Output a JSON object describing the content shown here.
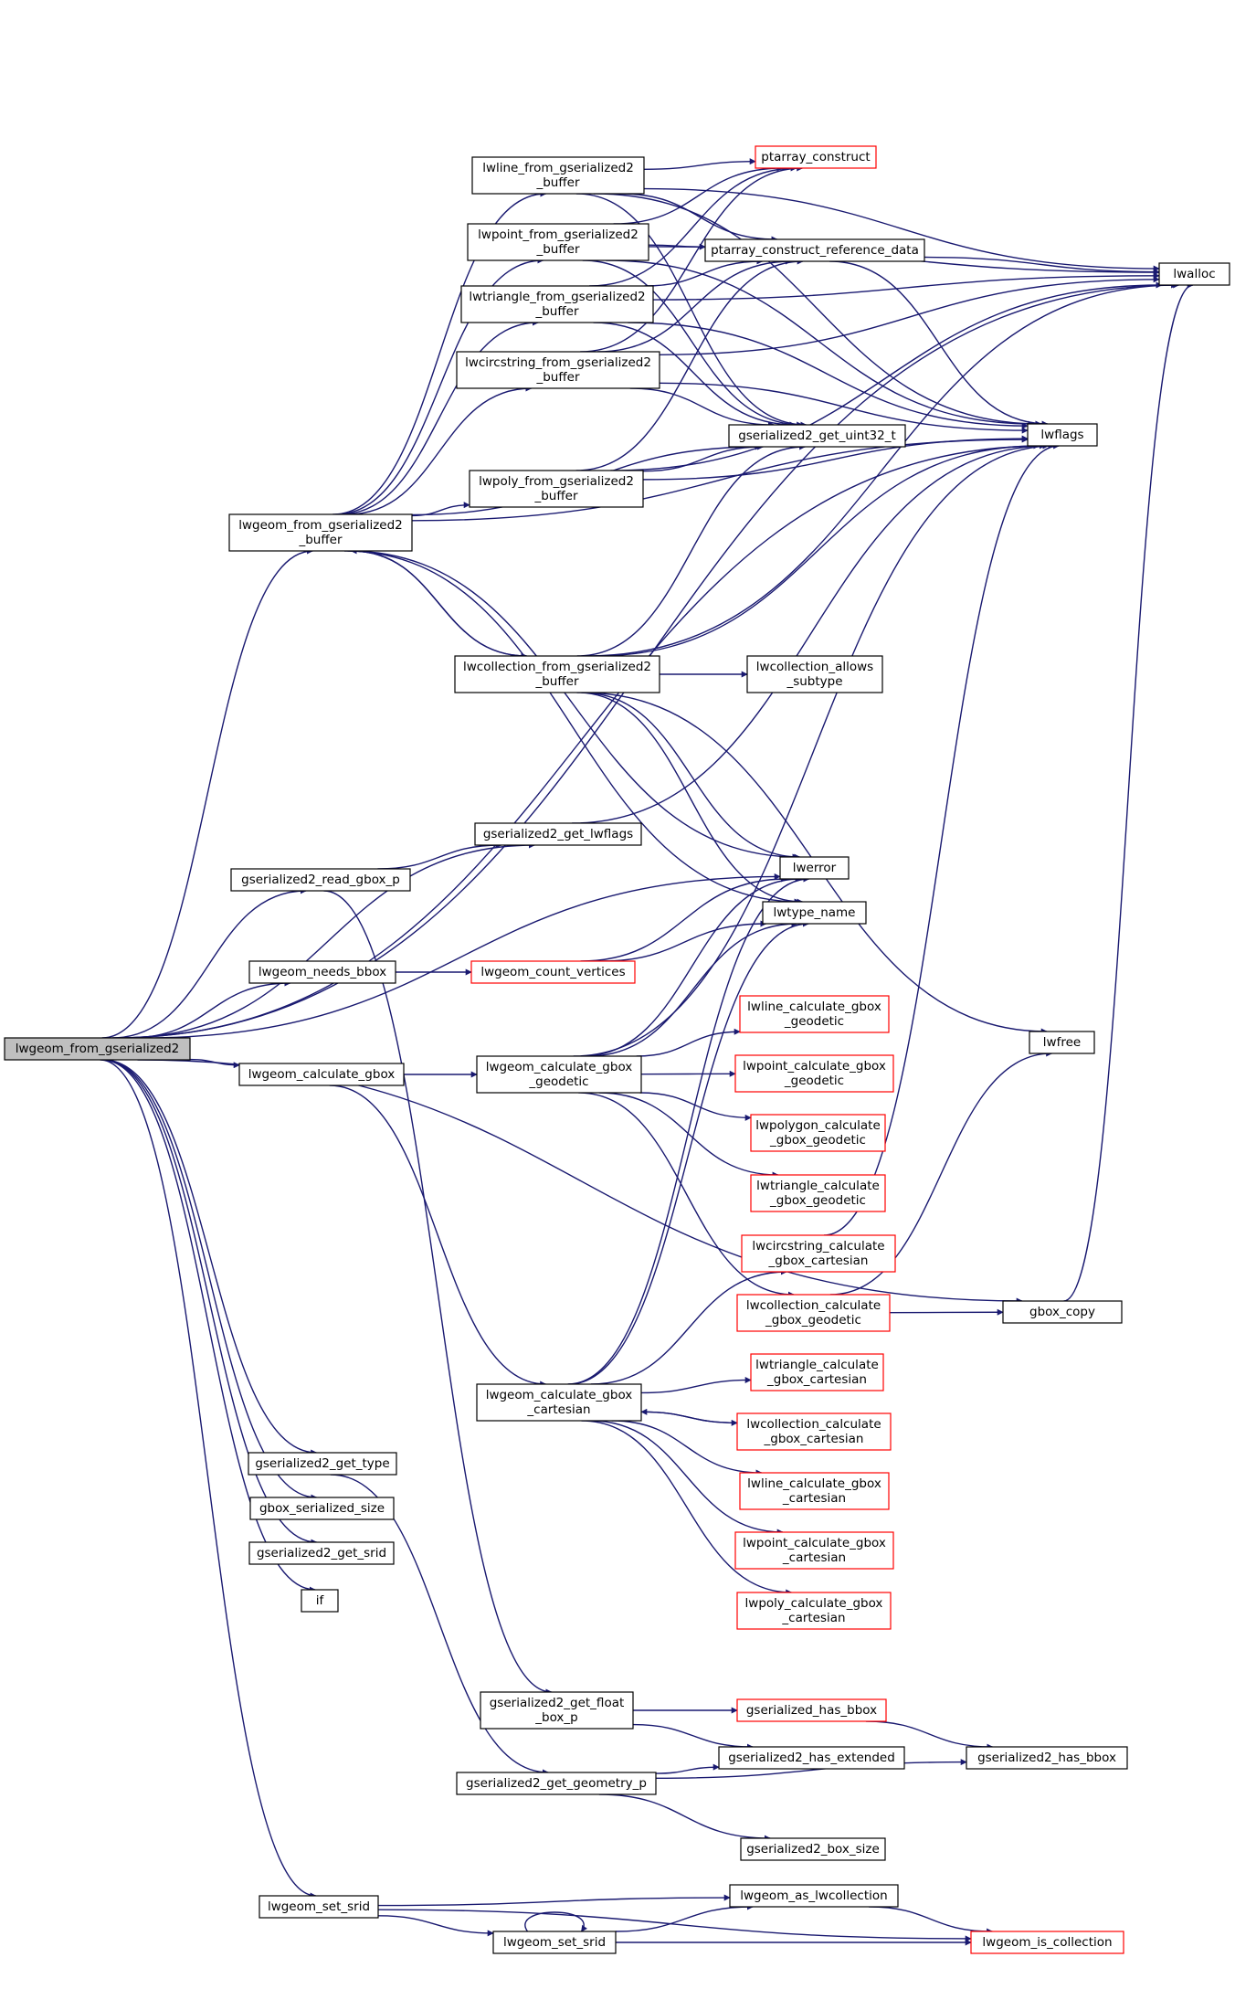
{
  "colors": {
    "edge": "#191970",
    "border_default": "#000000",
    "border_incomplete": "#ff0000",
    "root_fill": "#bfbfbf",
    "node_fill": "#ffffff"
  },
  "nodes": [
    {
      "id": "root",
      "lines": [
        "lwgeom_from_gserialized2"
      ],
      "style": "root"
    },
    {
      "id": "from_buf",
      "lines": [
        "lwgeom_from_gserialized2",
        "_buffer"
      ],
      "style": "normal"
    },
    {
      "id": "line_buf",
      "lines": [
        "lwline_from_gserialized2",
        "_buffer"
      ],
      "style": "normal"
    },
    {
      "id": "point_buf",
      "lines": [
        "lwpoint_from_gserialized2",
        "_buffer"
      ],
      "style": "normal"
    },
    {
      "id": "tri_buf",
      "lines": [
        "lwtriangle_from_gserialized2",
        "_buffer"
      ],
      "style": "normal"
    },
    {
      "id": "circ_buf",
      "lines": [
        "lwcircstring_from_gserialized2",
        "_buffer"
      ],
      "style": "normal"
    },
    {
      "id": "poly_buf",
      "lines": [
        "lwpoly_from_gserialized2",
        "_buffer"
      ],
      "style": "normal"
    },
    {
      "id": "coll_buf",
      "lines": [
        "lwcollection_from_gserialized2",
        "_buffer"
      ],
      "style": "normal"
    },
    {
      "id": "get_lwflags",
      "lines": [
        "gserialized2_get_lwflags"
      ],
      "style": "normal"
    },
    {
      "id": "read_gbox_p",
      "lines": [
        "gserialized2_read_gbox_p"
      ],
      "style": "normal"
    },
    {
      "id": "needs_bbox",
      "lines": [
        "lwgeom_needs_bbox"
      ],
      "style": "normal"
    },
    {
      "id": "calc_gbox",
      "lines": [
        "lwgeom_calculate_gbox"
      ],
      "style": "normal"
    },
    {
      "id": "get_type",
      "lines": [
        "gserialized2_get_type"
      ],
      "style": "normal"
    },
    {
      "id": "gbox_ser",
      "lines": [
        "gbox_serialized_size"
      ],
      "style": "normal"
    },
    {
      "id": "get_srid",
      "lines": [
        "gserialized2_get_srid"
      ],
      "style": "normal"
    },
    {
      "id": "if",
      "lines": [
        "if"
      ],
      "style": "normal"
    },
    {
      "id": "set_srid_a",
      "lines": [
        "lwgeom_set_srid"
      ],
      "style": "normal"
    },
    {
      "id": "ptarray_construct",
      "lines": [
        "ptarray_construct"
      ],
      "style": "incomplete"
    },
    {
      "id": "ptarray_ref",
      "lines": [
        "ptarray_construct_reference_data"
      ],
      "style": "normal"
    },
    {
      "id": "get_uint32",
      "lines": [
        "gserialized2_get_uint32_t"
      ],
      "style": "normal"
    },
    {
      "id": "coll_allows",
      "lines": [
        "lwcollection_allows",
        "_subtype"
      ],
      "style": "normal"
    },
    {
      "id": "lwerror",
      "lines": [
        "lwerror"
      ],
      "style": "normal"
    },
    {
      "id": "lwtype_name",
      "lines": [
        "lwtype_name"
      ],
      "style": "normal"
    },
    {
      "id": "count_vertices",
      "lines": [
        "lwgeom_count_vertices"
      ],
      "style": "incomplete"
    },
    {
      "id": "calc_geodetic",
      "lines": [
        "lwgeom_calculate_gbox",
        "_geodetic"
      ],
      "style": "normal"
    },
    {
      "id": "calc_cartesian",
      "lines": [
        "lwgeom_calculate_gbox",
        "_cartesian"
      ],
      "style": "normal"
    },
    {
      "id": "line_geod",
      "lines": [
        "lwline_calculate_gbox",
        "_geodetic"
      ],
      "style": "incomplete"
    },
    {
      "id": "point_geod",
      "lines": [
        "lwpoint_calculate_gbox",
        "_geodetic"
      ],
      "style": "incomplete"
    },
    {
      "id": "polygon_geod",
      "lines": [
        "lwpolygon_calculate",
        "_gbox_geodetic"
      ],
      "style": "incomplete"
    },
    {
      "id": "tri_geod",
      "lines": [
        "lwtriangle_calculate",
        "_gbox_geodetic"
      ],
      "style": "incomplete"
    },
    {
      "id": "circ_cart",
      "lines": [
        "lwcircstring_calculate",
        "_gbox_cartesian"
      ],
      "style": "incomplete"
    },
    {
      "id": "coll_geod",
      "lines": [
        "lwcollection_calculate",
        "_gbox_geodetic"
      ],
      "style": "incomplete"
    },
    {
      "id": "tri_cart",
      "lines": [
        "lwtriangle_calculate",
        "_gbox_cartesian"
      ],
      "style": "incomplete"
    },
    {
      "id": "coll_cart",
      "lines": [
        "lwcollection_calculate",
        "_gbox_cartesian"
      ],
      "style": "incomplete"
    },
    {
      "id": "line_cart",
      "lines": [
        "lwline_calculate_gbox",
        "_cartesian"
      ],
      "style": "incomplete"
    },
    {
      "id": "point_cart",
      "lines": [
        "lwpoint_calculate_gbox",
        "_cartesian"
      ],
      "style": "incomplete"
    },
    {
      "id": "poly_cart",
      "lines": [
        "lwpoly_calculate_gbox",
        "_cartesian"
      ],
      "style": "incomplete"
    },
    {
      "id": "float_box_p",
      "lines": [
        "gserialized2_get_float",
        "_box_p"
      ],
      "style": "normal"
    },
    {
      "id": "get_geometry_p",
      "lines": [
        "gserialized2_get_geometry_p"
      ],
      "style": "normal"
    },
    {
      "id": "has_bbox_fn",
      "lines": [
        "gserialized_has_bbox"
      ],
      "style": "incomplete"
    },
    {
      "id": "has_extended",
      "lines": [
        "gserialized2_has_extended"
      ],
      "style": "normal"
    },
    {
      "id": "box_size",
      "lines": [
        "gserialized2_box_size"
      ],
      "style": "normal"
    },
    {
      "id": "as_lwcoll",
      "lines": [
        "lwgeom_as_lwcollection"
      ],
      "style": "normal"
    },
    {
      "id": "set_srid_b",
      "lines": [
        "lwgeom_set_srid"
      ],
      "style": "normal"
    },
    {
      "id": "is_collection",
      "lines": [
        "lwgeom_is_collection"
      ],
      "style": "incomplete"
    },
    {
      "id": "lwalloc",
      "lines": [
        "lwalloc"
      ],
      "style": "normal"
    },
    {
      "id": "lwflags",
      "lines": [
        "lwflags"
      ],
      "style": "normal"
    },
    {
      "id": "lwfree",
      "lines": [
        "lwfree"
      ],
      "style": "normal"
    },
    {
      "id": "gbox_copy",
      "lines": [
        "gbox_copy"
      ],
      "style": "normal"
    },
    {
      "id": "has_bbox2",
      "lines": [
        "gserialized2_has_bbox"
      ],
      "style": "normal"
    }
  ],
  "edges": [
    [
      "root",
      "from_buf"
    ],
    [
      "root",
      "get_lwflags"
    ],
    [
      "root",
      "read_gbox_p"
    ],
    [
      "root",
      "needs_bbox"
    ],
    [
      "root",
      "calc_gbox"
    ],
    [
      "root",
      "get_type"
    ],
    [
      "root",
      "gbox_ser"
    ],
    [
      "root",
      "get_srid"
    ],
    [
      "root",
      "if"
    ],
    [
      "root",
      "set_srid_a"
    ],
    [
      "root",
      "lwerror"
    ],
    [
      "root",
      "lwalloc"
    ],
    [
      "root",
      "lwflags"
    ],
    [
      "root",
      "gbox_copy"
    ],
    [
      "from_buf",
      "line_buf"
    ],
    [
      "from_buf",
      "point_buf"
    ],
    [
      "from_buf",
      "tri_buf"
    ],
    [
      "from_buf",
      "circ_buf"
    ],
    [
      "from_buf",
      "poly_buf"
    ],
    [
      "from_buf",
      "coll_buf"
    ],
    [
      "from_buf",
      "get_uint32"
    ],
    [
      "from_buf",
      "lwerror"
    ],
    [
      "from_buf",
      "lwtype_name"
    ],
    [
      "from_buf",
      "lwflags"
    ],
    [
      "coll_buf",
      "from_buf"
    ],
    [
      "line_buf",
      "ptarray_construct"
    ],
    [
      "line_buf",
      "ptarray_ref"
    ],
    [
      "line_buf",
      "get_uint32"
    ],
    [
      "line_buf",
      "lwalloc"
    ],
    [
      "line_buf",
      "lwflags"
    ],
    [
      "point_buf",
      "ptarray_construct"
    ],
    [
      "point_buf",
      "ptarray_ref"
    ],
    [
      "point_buf",
      "get_uint32"
    ],
    [
      "point_buf",
      "lwalloc"
    ],
    [
      "point_buf",
      "lwflags"
    ],
    [
      "tri_buf",
      "ptarray_construct"
    ],
    [
      "tri_buf",
      "ptarray_ref"
    ],
    [
      "tri_buf",
      "get_uint32"
    ],
    [
      "tri_buf",
      "lwalloc"
    ],
    [
      "tri_buf",
      "lwflags"
    ],
    [
      "circ_buf",
      "ptarray_construct"
    ],
    [
      "circ_buf",
      "ptarray_ref"
    ],
    [
      "circ_buf",
      "get_uint32"
    ],
    [
      "circ_buf",
      "lwalloc"
    ],
    [
      "circ_buf",
      "lwflags"
    ],
    [
      "poly_buf",
      "ptarray_ref"
    ],
    [
      "poly_buf",
      "get_uint32"
    ],
    [
      "poly_buf",
      "lwalloc"
    ],
    [
      "poly_buf",
      "lwflags"
    ],
    [
      "ptarray_ref",
      "lwalloc"
    ],
    [
      "ptarray_ref",
      "lwflags"
    ],
    [
      "coll_buf",
      "coll_allows"
    ],
    [
      "coll_buf",
      "get_uint32"
    ],
    [
      "coll_buf",
      "lwalloc"
    ],
    [
      "coll_buf",
      "lwflags"
    ],
    [
      "coll_buf",
      "lwerror"
    ],
    [
      "coll_buf",
      "lwtype_name"
    ],
    [
      "coll_buf",
      "lwfree"
    ],
    [
      "get_lwflags",
      "lwflags"
    ],
    [
      "read_gbox_p",
      "get_lwflags"
    ],
    [
      "read_gbox_p",
      "float_box_p"
    ],
    [
      "needs_bbox",
      "count_vertices"
    ],
    [
      "count_vertices",
      "lwerror"
    ],
    [
      "count_vertices",
      "lwtype_name"
    ],
    [
      "calc_gbox",
      "calc_geodetic"
    ],
    [
      "calc_gbox",
      "calc_cartesian"
    ],
    [
      "calc_geodetic",
      "line_geod"
    ],
    [
      "calc_geodetic",
      "point_geod"
    ],
    [
      "calc_geodetic",
      "polygon_geod"
    ],
    [
      "calc_geodetic",
      "tri_geod"
    ],
    [
      "calc_geodetic",
      "coll_geod"
    ],
    [
      "calc_geodetic",
      "lwerror"
    ],
    [
      "calc_geodetic",
      "lwtype_name"
    ],
    [
      "calc_geodetic",
      "lwflags"
    ],
    [
      "calc_cartesian",
      "circ_cart"
    ],
    [
      "calc_cartesian",
      "tri_cart"
    ],
    [
      "calc_cartesian",
      "coll_cart"
    ],
    [
      "calc_cartesian",
      "line_cart"
    ],
    [
      "calc_cartesian",
      "point_cart"
    ],
    [
      "calc_cartesian",
      "poly_cart"
    ],
    [
      "calc_cartesian",
      "lwerror"
    ],
    [
      "calc_cartesian",
      "lwtype_name"
    ],
    [
      "coll_cart",
      "calc_cartesian"
    ],
    [
      "circ_cart",
      "lwflags"
    ],
    [
      "coll_geod",
      "gbox_copy"
    ],
    [
      "coll_geod",
      "lwfree"
    ],
    [
      "gbox_copy",
      "lwalloc"
    ],
    [
      "get_type",
      "get_geometry_p"
    ],
    [
      "float_box_p",
      "has_bbox_fn"
    ],
    [
      "float_box_p",
      "has_extended"
    ],
    [
      "has_bbox_fn",
      "has_bbox2"
    ],
    [
      "get_geometry_p",
      "has_extended"
    ],
    [
      "get_geometry_p",
      "has_bbox2"
    ],
    [
      "get_geometry_p",
      "box_size"
    ],
    [
      "set_srid_a",
      "as_lwcoll"
    ],
    [
      "set_srid_a",
      "set_srid_b"
    ],
    [
      "set_srid_a",
      "is_collection"
    ],
    [
      "set_srid_b",
      "set_srid_b"
    ],
    [
      "set_srid_b",
      "as_lwcoll"
    ],
    [
      "set_srid_b",
      "is_collection"
    ],
    [
      "as_lwcoll",
      "is_collection"
    ]
  ]
}
